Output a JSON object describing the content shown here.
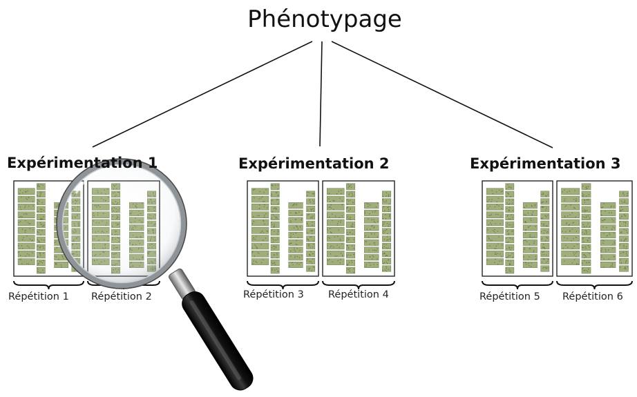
{
  "title": "Phénotypage",
  "experiments": [
    {
      "label": "Expérimentation 1",
      "repetitions": [
        "Répétition 1",
        "Répétition 2"
      ]
    },
    {
      "label": "Expérimentation 2",
      "repetitions": [
        "Répétition 3",
        "Répétition 4"
      ]
    },
    {
      "label": "Expérimentation 3",
      "repetitions": [
        "Répétition 5",
        "Répétition 6"
      ]
    }
  ],
  "colors": {
    "line": "#111111",
    "field_frame": "#222222",
    "plot_green": "#9fae7a",
    "plot_dark": "#6d7a4d",
    "magnifier_handle": "#151515",
    "magnifier_rim": "#9a9a9a"
  },
  "icons": {
    "magnifier": "magnifying-glass-icon"
  }
}
